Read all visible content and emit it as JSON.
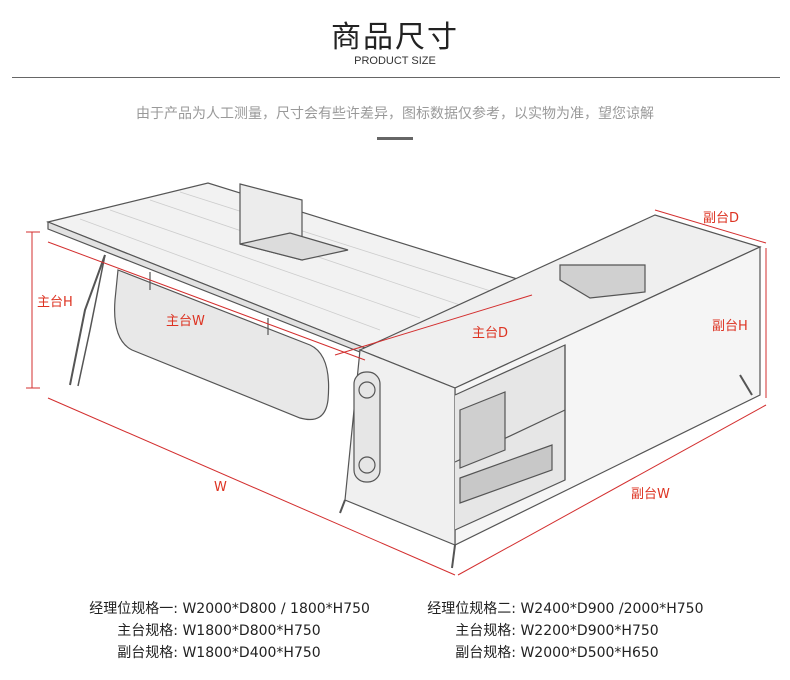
{
  "header": {
    "title": "商品尺寸",
    "subtitle": "PRODUCT SIZE"
  },
  "notice": "由于产品为人工测量，尺寸会有些许差异，图标数据仅参考，以实物为准，望您谅解",
  "dimension_labels": {
    "main_h": "主台H",
    "main_w": "主台W",
    "main_d": "主台D",
    "w": "W",
    "side_d": "副台D",
    "side_h": "副台H",
    "side_w": "副台W"
  },
  "colors": {
    "dimension_red": "#d32f2f",
    "notice_gray": "#999999"
  },
  "specs_left": [
    {
      "name": "经理位规格一:",
      "value": "W2000*D800 / 1800*H750"
    },
    {
      "name": "主台规格:",
      "value": "W1800*D800*H750"
    },
    {
      "name": "副台规格:",
      "value": "W1800*D400*H750"
    }
  ],
  "specs_right": [
    {
      "name": "经理位规格二:",
      "value": "W2400*D900 /2000*H750"
    },
    {
      "name": "主台规格:",
      "value": "W2200*D900*H750"
    },
    {
      "name": "副台规格:",
      "value": "W2000*D500*H650"
    }
  ]
}
